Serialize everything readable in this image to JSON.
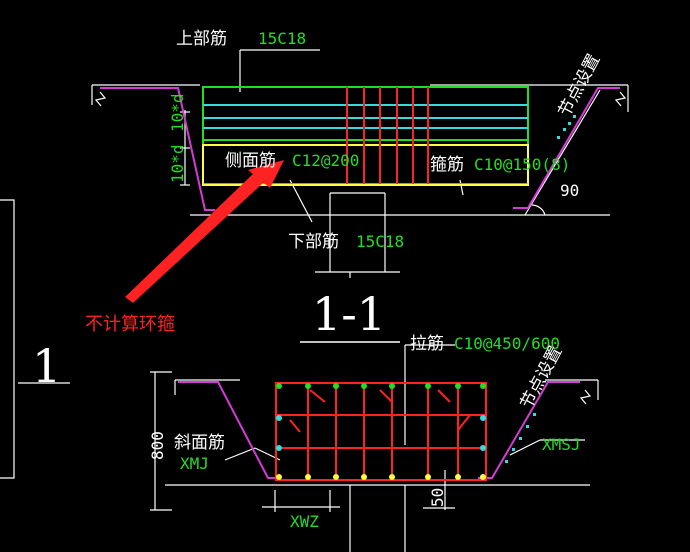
{
  "colors": {
    "white": "#ffffff",
    "green": "#22dd22",
    "red": "#ff2222",
    "magenta": "#d63ad6",
    "cyan": "#33dddd",
    "yellow": "#ffff44"
  },
  "top": {
    "upper_label": "上部筋",
    "upper_value": "15C18",
    "side_label": "侧面筋",
    "side_value": "C12@200",
    "stirrup_label": "箍筋",
    "stirrup_value": "C10@150(8)",
    "lower_label": "下部筋",
    "lower_value": "15C18",
    "dim_upper": "10*d",
    "dim_lower": "10*d",
    "angle": "90",
    "node_label": "节点设置"
  },
  "annotation": "不计算环箍",
  "section_title": "1-1",
  "side_mark": "1",
  "bottom": {
    "tie_label": "拉筋",
    "tie_value": "C10@450/600",
    "slope_label": "斜面筋",
    "slope_value": "XMJ",
    "xmsj": "XMSJ",
    "xwz": "XWZ",
    "dim_height": "800",
    "dim_bottom": "50",
    "node_label": "节点设置"
  }
}
